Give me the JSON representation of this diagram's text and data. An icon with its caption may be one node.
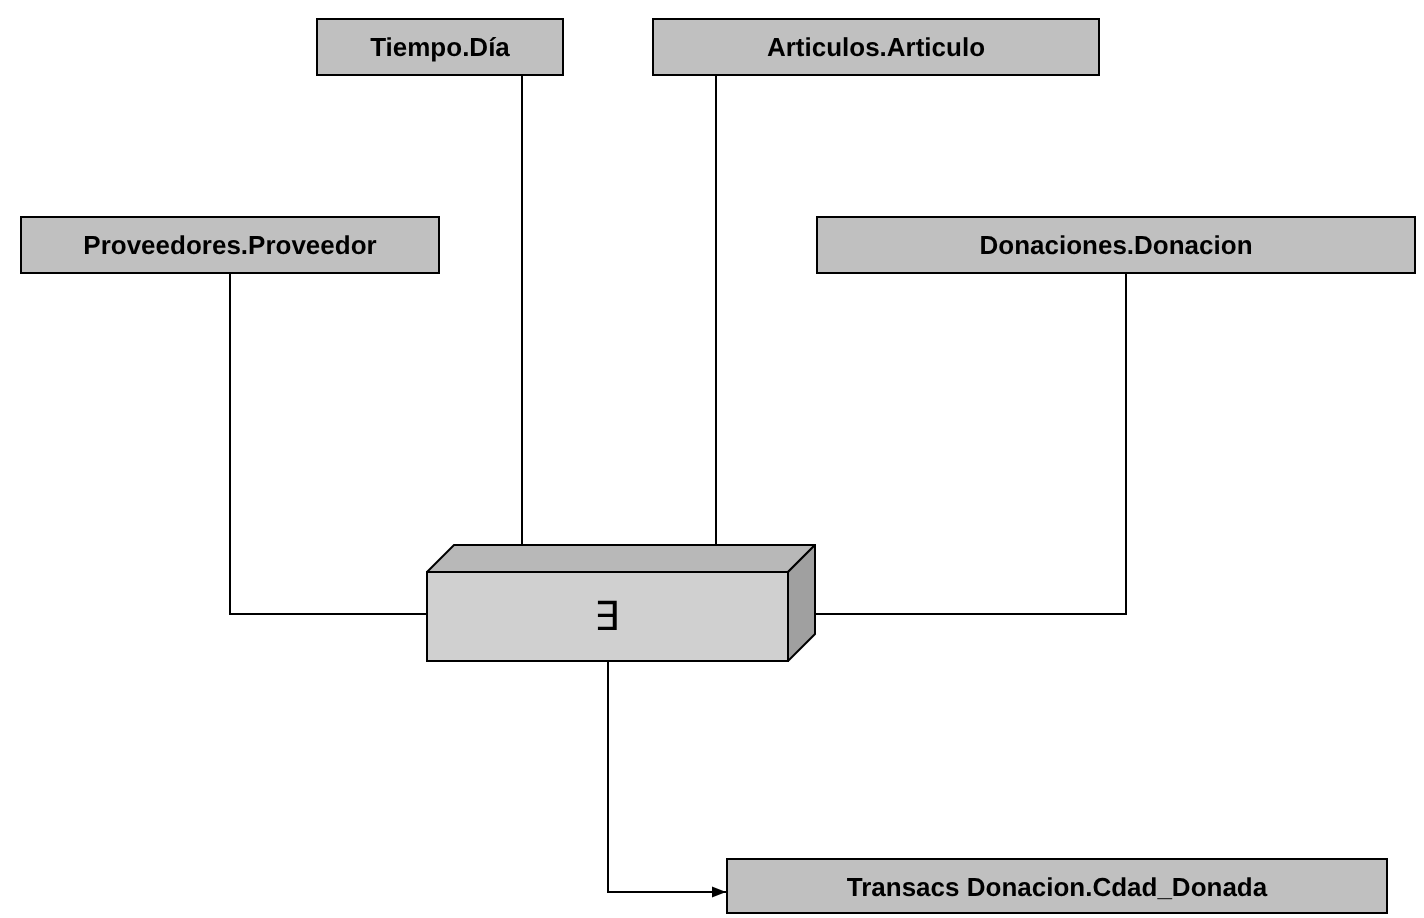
{
  "diagram": {
    "nodes": [
      {
        "text": [
          "Tiempo.Día"
        ]
      },
      {
        "text": [
          "Articulos.Articulo"
        ]
      },
      {
        "text": [
          "Proveedores.Proveedor"
        ]
      },
      {
        "text": [
          "Donaciones.Donacion"
        ]
      },
      {
        "text": [
          "∃"
        ]
      },
      {
        "text": [
          "Transacs Donacion.Cdad_Donada"
        ]
      }
    ],
    "edges": [
      {
        "from": 0,
        "to": 4,
        "arrow": "none"
      },
      {
        "from": 1,
        "to": 4,
        "arrow": "none"
      },
      {
        "from": 2,
        "to": 4,
        "arrow": "none"
      },
      {
        "from": 3,
        "to": 4,
        "arrow": "none"
      },
      {
        "from": 4,
        "to": 5,
        "arrow": "to"
      }
    ]
  }
}
